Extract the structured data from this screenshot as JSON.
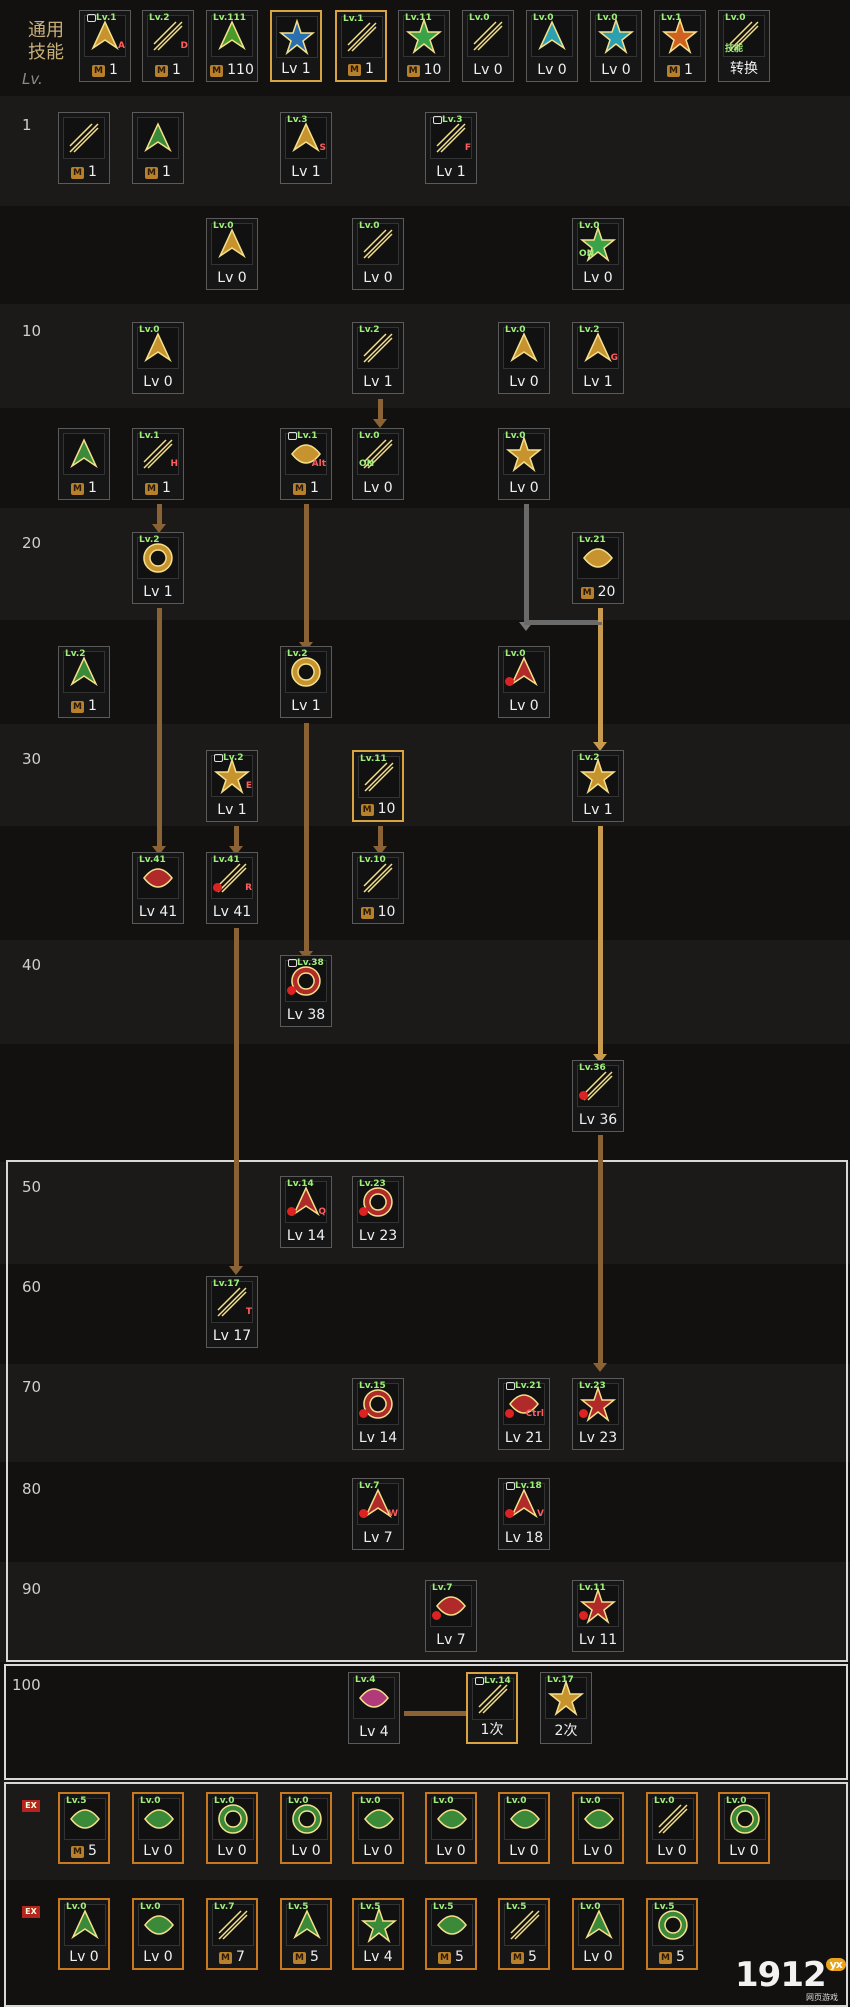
{
  "general_label": "通用\n技能",
  "lv_header": "Lv.",
  "level_labels": [
    "1",
    "10",
    "20",
    "30",
    "40",
    "50",
    "60",
    "70",
    "80",
    "90",
    "100"
  ],
  "skills": [
    {
      "id": "g1",
      "icon": "scroll-icon",
      "color": "#c7932f",
      "level": "1",
      "m": true,
      "key": "A",
      "tag": "Lv.1",
      "lock": true
    },
    {
      "id": "g2",
      "icon": "leap-icon",
      "color": "#c7932f",
      "level": "1",
      "m": true,
      "key": "D",
      "tag": "Lv.2"
    },
    {
      "id": "g3",
      "icon": "fighter-icon",
      "color": "#4a9a2a",
      "level": "110",
      "m": true,
      "tag": "Lv.111"
    },
    {
      "id": "g4",
      "icon": "wing-icon",
      "color": "#2a6fb0",
      "level": "Lv 1",
      "hl": true
    },
    {
      "id": "g5",
      "icon": "shield-icon",
      "color": "#c7932f",
      "level": "1",
      "m": true,
      "hl": true,
      "tag": "Lv.1"
    },
    {
      "id": "g6",
      "icon": "target-icon",
      "color": "#3aa34a",
      "level": "10",
      "m": true,
      "tag": "Lv.11"
    },
    {
      "id": "g7",
      "icon": "kick-icon",
      "color": "#3aa34a",
      "level": "Lv 0",
      "tag": "Lv.0"
    },
    {
      "id": "g8",
      "icon": "vortex-icon",
      "color": "#2aa0b0",
      "level": "Lv 0",
      "tag": "Lv.0"
    },
    {
      "id": "g9",
      "icon": "figure-icon",
      "color": "#2aa0b0",
      "level": "Lv 0",
      "tag": "Lv.0"
    },
    {
      "id": "g10",
      "icon": "fire-icon",
      "color": "#d06020",
      "level": "1",
      "m": true,
      "tag": "Lv.1"
    },
    {
      "id": "g11",
      "icon": "switch-icon",
      "color": "#3a8a3a",
      "level": "转换",
      "tag": "Lv.0",
      "sub": "技能"
    },
    {
      "id": "s1a",
      "icon": "dragon-text-icon",
      "color": "#3a8a3a",
      "level": "1",
      "m": true
    },
    {
      "id": "s1b",
      "icon": "book-text-icon",
      "color": "#3a8a3a",
      "level": "1",
      "m": true
    },
    {
      "id": "s1c",
      "icon": "jellyfish-icon",
      "color": "#c7932f",
      "level": "Lv 1",
      "key": "S",
      "tag": "Lv.3"
    },
    {
      "id": "s1d",
      "icon": "strike-icon",
      "color": "#c7932f",
      "level": "Lv 1",
      "key": "F",
      "tag": "Lv.3",
      "lock": true
    },
    {
      "id": "s5a",
      "icon": "gear-icon",
      "color": "#c7932f",
      "level": "Lv 0",
      "tag": "Lv.0"
    },
    {
      "id": "s5b",
      "icon": "cup-icon",
      "color": "#c7932f",
      "level": "Lv 0",
      "tag": "Lv.0"
    },
    {
      "id": "s5c",
      "icon": "guard-on-icon",
      "color": "#3aa34a",
      "level": "Lv 0",
      "tag": "Lv.0",
      "sub": "ON"
    },
    {
      "id": "s10a",
      "icon": "burst-icon",
      "color": "#c7932f",
      "level": "Lv 0",
      "tag": "Lv.0"
    },
    {
      "id": "s10b",
      "icon": "shield-icon",
      "color": "#c7932f",
      "level": "Lv 1",
      "tag": "Lv.2"
    },
    {
      "id": "s10c",
      "icon": "arrow-burst-icon",
      "color": "#c7932f",
      "level": "Lv 0",
      "tag": "Lv.0"
    },
    {
      "id": "s10d",
      "icon": "spark-icon",
      "color": "#c7932f",
      "level": "Lv 1",
      "key": "G",
      "tag": "Lv.2"
    },
    {
      "id": "s15a",
      "icon": "dragon-icon",
      "color": "#3a8a3a",
      "level": "1",
      "m": true
    },
    {
      "id": "s15b",
      "icon": "claw-icon",
      "color": "#c7932f",
      "level": "1",
      "m": true,
      "key": "H",
      "tag": "Lv.1"
    },
    {
      "id": "s15c",
      "icon": "run-icon",
      "color": "#c7932f",
      "level": "1",
      "m": true,
      "key": "Alt",
      "tag": "Lv.1",
      "lock": true
    },
    {
      "id": "s15d",
      "icon": "spin-on-icon",
      "color": "#3aa34a",
      "level": "Lv 0",
      "tag": "Lv.0",
      "sub": "ON"
    },
    {
      "id": "s15e",
      "icon": "beast-icon",
      "color": "#c7932f",
      "level": "Lv 0",
      "tag": "Lv.0"
    },
    {
      "id": "s20a",
      "icon": "slash-icon",
      "color": "#c7932f",
      "level": "Lv 1",
      "tag": "Lv.2"
    },
    {
      "id": "s20b",
      "icon": "swirl-icon",
      "color": "#c7932f",
      "level": "20",
      "m": true,
      "tag": "Lv.21"
    },
    {
      "id": "s25a",
      "icon": "wave-icon",
      "color": "#3a8a3a",
      "level": "1",
      "m": true,
      "tag": "Lv.2"
    },
    {
      "id": "s25b",
      "icon": "wind-icon",
      "color": "#c7932f",
      "level": "Lv 1",
      "tag": "Lv.2"
    },
    {
      "id": "s25c",
      "icon": "rage-icon",
      "color": "#b02a2a",
      "level": "Lv 0",
      "tag": "Lv.0",
      "warn": true
    },
    {
      "id": "s30a",
      "icon": "punch-icon",
      "color": "#c7932f",
      "level": "Lv 1",
      "key": "E",
      "tag": "Lv.2",
      "lock": true
    },
    {
      "id": "s30b",
      "icon": "orb-icon",
      "color": "#2a6fb0",
      "level": "10",
      "m": true,
      "tag": "Lv.11",
      "hl": true
    },
    {
      "id": "s30c",
      "icon": "ring-icon",
      "color": "#c7932f",
      "level": "Lv 1",
      "tag": "Lv.2"
    },
    {
      "id": "s35a",
      "icon": "blaze-icon",
      "color": "#b02a2a",
      "level": "Lv 41",
      "tag": "Lv.41"
    },
    {
      "id": "s35b",
      "icon": "inferno-icon",
      "color": "#b02a2a",
      "level": "Lv 41",
      "key": "R",
      "tag": "Lv.41",
      "warn": true
    },
    {
      "id": "s35c",
      "icon": "leaf-icon",
      "color": "#3aa34a",
      "level": "10",
      "m": true,
      "tag": "Lv.10"
    },
    {
      "id": "s40a",
      "icon": "fury-icon",
      "color": "#b02a2a",
      "level": "Lv 38",
      "tag": "Lv.38",
      "lock": true,
      "warn": true
    },
    {
      "id": "s45a",
      "icon": "phoenix-icon",
      "color": "#b02a2a",
      "level": "Lv 36",
      "tag": "Lv.36",
      "warn": true
    },
    {
      "id": "s50a",
      "icon": "flame-claw-icon",
      "color": "#b02a2a",
      "level": "Lv 14",
      "key": "Q",
      "tag": "Lv.14",
      "warn": true
    },
    {
      "id": "s50b",
      "icon": "tiger-icon",
      "color": "#b02a2a",
      "level": "Lv 23",
      "tag": "Lv.23",
      "warn": true
    },
    {
      "id": "s60a",
      "icon": "fist-icon",
      "color": "#c7932f",
      "level": "Lv 17",
      "key": "T",
      "tag": "Lv.17"
    },
    {
      "id": "s70a",
      "icon": "crush-icon",
      "color": "#b02a2a",
      "level": "Lv 14",
      "tag": "Lv.15",
      "warn": true
    },
    {
      "id": "s70b",
      "icon": "dash-icon",
      "color": "#b02a2a",
      "level": "Lv 21",
      "key": "Ctrl",
      "tag": "Lv.21",
      "lock": true,
      "warn": true
    },
    {
      "id": "s70c",
      "icon": "meteor-icon",
      "color": "#b02a2a",
      "level": "Lv 23",
      "tag": "Lv.23",
      "warn": true
    },
    {
      "id": "s80a",
      "icon": "storm-icon",
      "color": "#b02a2a",
      "level": "Lv 7",
      "key": "W",
      "tag": "Lv.7",
      "warn": true
    },
    {
      "id": "s80b",
      "icon": "vortex-red-icon",
      "color": "#b02a2a",
      "level": "Lv 18",
      "key": "V",
      "tag": "Lv.18",
      "lock": true,
      "warn": true
    },
    {
      "id": "s90a",
      "icon": "shadow-icon",
      "color": "#b02a2a",
      "level": "Lv 7",
      "tag": "Lv.7",
      "warn": true
    },
    {
      "id": "s90b",
      "icon": "sunburst-icon",
      "color": "#b02a2a",
      "level": "Lv 11",
      "tag": "Lv.11",
      "warn": true
    },
    {
      "id": "s100a",
      "icon": "awaken-icon",
      "color": "#b03a7a",
      "level": "Lv 4",
      "tag": "Lv.4"
    },
    {
      "id": "s100b",
      "icon": "awaken-first-icon",
      "color": "#c7932f",
      "level": "1次",
      "tag": "Lv.14",
      "hl": true,
      "lock": true
    },
    {
      "id": "s100c",
      "icon": "awaken-second-icon",
      "color": "#c7932f",
      "level": "2次",
      "tag": "Lv.17"
    },
    {
      "id": "e1",
      "icon": "ex-dragon-icon",
      "color": "#3a8a3a",
      "level": "5",
      "m": true,
      "tag": "Lv.5",
      "ex": true,
      "orange": true
    },
    {
      "id": "e2",
      "icon": "ex-wave-icon",
      "color": "#3a8a3a",
      "level": "Lv 0",
      "tag": "Lv.0",
      "ex": true,
      "orange": true
    },
    {
      "id": "e3",
      "icon": "ex-kick-icon",
      "color": "#3a8a3a",
      "level": "Lv 0",
      "tag": "Lv.0",
      "ex": true,
      "orange": true
    },
    {
      "id": "e4",
      "icon": "ex-cup-icon",
      "color": "#3a8a3a",
      "level": "Lv 0",
      "tag": "Lv.0",
      "ex": true,
      "orange": true
    },
    {
      "id": "e5",
      "icon": "ex-gear-icon",
      "color": "#3a8a3a",
      "level": "Lv 0",
      "tag": "Lv.0",
      "ex": true,
      "orange": true
    },
    {
      "id": "e6",
      "icon": "ex-arrow-icon",
      "color": "#3a8a3a",
      "level": "Lv 0",
      "tag": "Lv.0",
      "ex": true,
      "orange": true
    },
    {
      "id": "e7",
      "icon": "ex-spark-icon",
      "color": "#3a8a3a",
      "level": "Lv 0",
      "tag": "Lv.0",
      "ex": true,
      "orange": true
    },
    {
      "id": "e8",
      "icon": "ex-rage-icon",
      "color": "#3a8a3a",
      "level": "Lv 0",
      "tag": "Lv.0",
      "ex": true,
      "orange": true
    },
    {
      "id": "e9",
      "icon": "ex-beast-icon",
      "color": "#3a8a3a",
      "level": "Lv 0",
      "tag": "Lv.0",
      "ex": true,
      "orange": true
    },
    {
      "id": "e10",
      "icon": "ex-claw-icon",
      "color": "#3a8a3a",
      "level": "Lv 0",
      "tag": "Lv.0",
      "ex": true,
      "orange": true
    },
    {
      "id": "f1",
      "icon": "ex-slash-icon",
      "color": "#3a8a3a",
      "level": "Lv 0",
      "tag": "Lv.0",
      "ex": true,
      "orange": true
    },
    {
      "id": "f2",
      "icon": "ex-dragon2-icon",
      "color": "#3a8a3a",
      "level": "Lv 0",
      "tag": "Lv.0",
      "ex": true,
      "orange": true
    },
    {
      "id": "f3",
      "icon": "ex-punch-icon",
      "color": "#3a8a3a",
      "level": "7",
      "m": true,
      "tag": "Lv.7",
      "ex": true,
      "orange": true
    },
    {
      "id": "f4",
      "icon": "ex-wind-icon",
      "color": "#3a8a3a",
      "level": "5",
      "m": true,
      "tag": "Lv.5",
      "ex": true,
      "orange": true
    },
    {
      "id": "f5",
      "icon": "ex-swirl-icon",
      "color": "#3a8a3a",
      "level": "Lv 4",
      "tag": "Lv.5",
      "ex": true,
      "orange": true
    },
    {
      "id": "f6",
      "icon": "ex-burst-icon",
      "color": "#3a8a3a",
      "level": "5",
      "m": true,
      "tag": "Lv.5",
      "ex": true,
      "orange": true
    },
    {
      "id": "f7",
      "icon": "ex-beast2-icon",
      "color": "#3a8a3a",
      "level": "5",
      "m": true,
      "tag": "Lv.5",
      "ex": true,
      "orange": true
    },
    {
      "id": "f8",
      "icon": "ex-tiger-icon",
      "color": "#3a8a3a",
      "level": "Lv 0",
      "tag": "Lv.0",
      "ex": true,
      "orange": true
    },
    {
      "id": "f9",
      "icon": "ex-leaf-icon",
      "color": "#3a8a3a",
      "level": "5",
      "m": true,
      "tag": "Lv.5",
      "ex": true,
      "orange": true
    }
  ],
  "m_label": "M",
  "ex_label": "EX",
  "watermark": {
    "text": "1912",
    "badge": "yx",
    "sub": "网页游戏"
  }
}
